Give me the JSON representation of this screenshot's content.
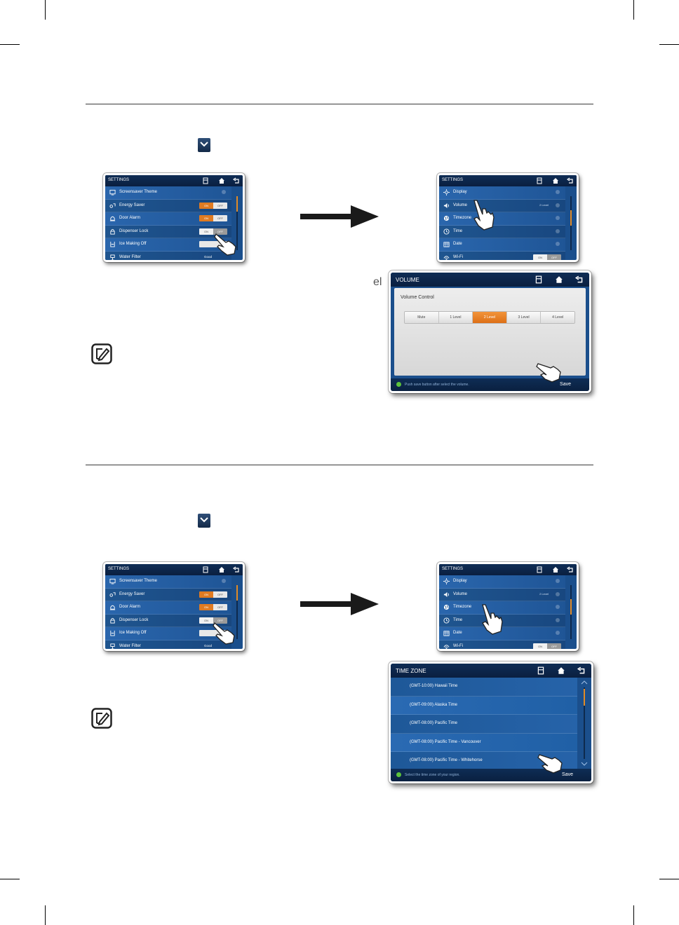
{
  "fragment_text": "el",
  "settings_screen": {
    "title": "SETTINGS",
    "items": [
      {
        "label": "Screensaver Theme",
        "icon": "screensaver-icon"
      },
      {
        "label": "Energy Saver",
        "icon": "energy-icon",
        "on": "ON",
        "off": "OFF"
      },
      {
        "label": "Door Alarm",
        "icon": "alarm-icon",
        "on": "ON",
        "off": "OFF"
      },
      {
        "label": "Dispenser Lock",
        "icon": "lock-icon",
        "on": "ON",
        "off": "OFF"
      },
      {
        "label": "Ice Making Off",
        "icon": "ice-icon"
      },
      {
        "label": "Water Filter",
        "icon": "filter-icon",
        "value": "Good"
      }
    ]
  },
  "settings_screen2": {
    "title": "SETTINGS",
    "items": [
      {
        "label": "Display",
        "icon": "display-icon"
      },
      {
        "label": "Volume",
        "icon": "volume-icon",
        "value": "2 Level"
      },
      {
        "label": "Timezone",
        "icon": "timezone-icon"
      },
      {
        "label": "Time",
        "icon": "clock-icon"
      },
      {
        "label": "Date",
        "icon": "calendar-icon"
      },
      {
        "label": "Wi-Fi",
        "icon": "wifi-icon",
        "on": "ON",
        "off": "OFF"
      }
    ]
  },
  "volume_dialog": {
    "title": "VOLUME",
    "section_label": "Volume Control",
    "levels": [
      "Mute",
      "1 Level",
      "2 Level",
      "3 Level",
      "4 Level"
    ],
    "selected_level": "2 Level",
    "hint": "Push save button after select the volume.",
    "save_label": "Save"
  },
  "timezone_dialog": {
    "title": "TIME ZONE",
    "zones": [
      "(GMT-10:00) Hawaii Time",
      "(GMT-09:00) Alaska Time",
      "(GMT-08:00) Pacific Time",
      "(GMT-08:00) Pacific Time - Vancouver",
      "(GMT-08:00) Pacific Time - Whitehorse"
    ],
    "hint": "Select the time zone of your region.",
    "save_label": "Save"
  },
  "colors": {
    "accent": "#e07b22",
    "screen_blue": "#1b4f8c",
    "header_navy": "#0a1f40"
  }
}
